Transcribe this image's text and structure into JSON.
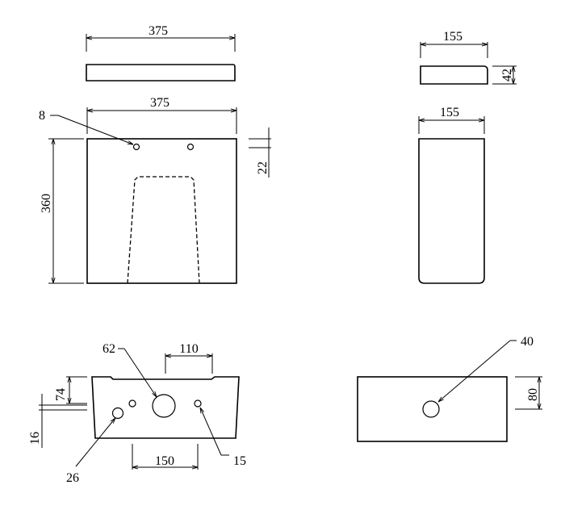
{
  "drawing": {
    "views": {
      "lid_front": {
        "width_label": "375"
      },
      "lid_side": {
        "width_label": "155",
        "height_label": "42"
      },
      "tank_front": {
        "width_label": "375",
        "height_label": "360",
        "hole_offset_label": "22",
        "hole_diameter_label": "8"
      },
      "tank_side": {
        "width_label": "155"
      },
      "tank_top": {
        "spacing_top_label": "110",
        "spacing_bottom_label": "150",
        "depth_label": "74",
        "wall_label": "16",
        "center_hole_label": "62",
        "left_hole_label": "26",
        "right_hole_label": "15"
      },
      "base_top": {
        "hole_label": "40",
        "height_label": "80"
      }
    }
  }
}
